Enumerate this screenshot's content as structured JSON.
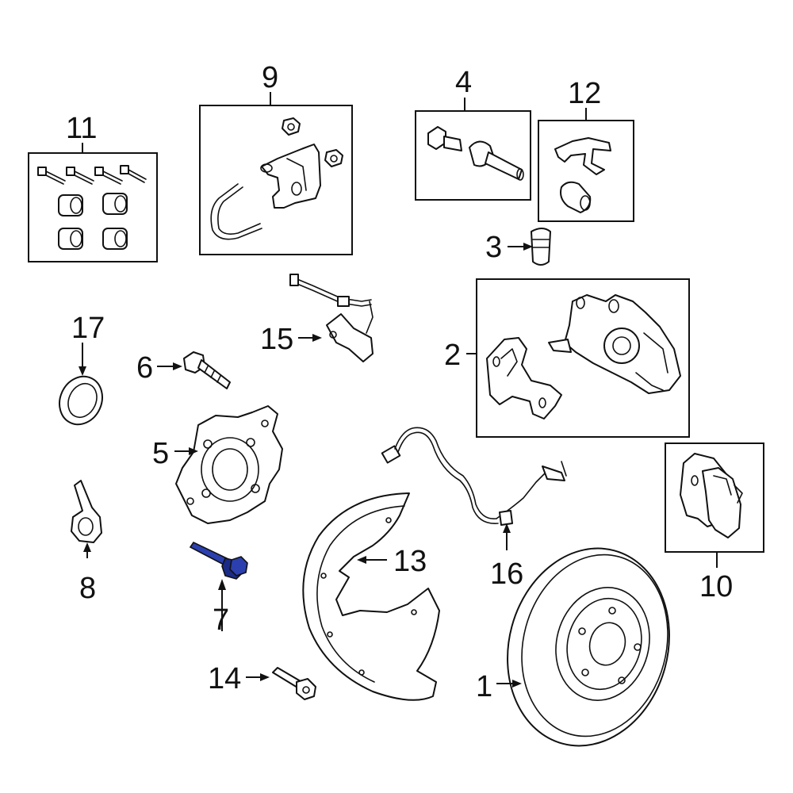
{
  "callouts": {
    "c1": "1",
    "c2": "2",
    "c3": "3",
    "c4": "4",
    "c5": "5",
    "c6": "6",
    "c7": "7",
    "c8": "8",
    "c9": "9",
    "c10": "10",
    "c11": "11",
    "c12": "12",
    "c13": "13",
    "c14": "14",
    "c15": "15",
    "c16": "16",
    "c17": "17"
  },
  "highlight_color": "#2b3fae"
}
